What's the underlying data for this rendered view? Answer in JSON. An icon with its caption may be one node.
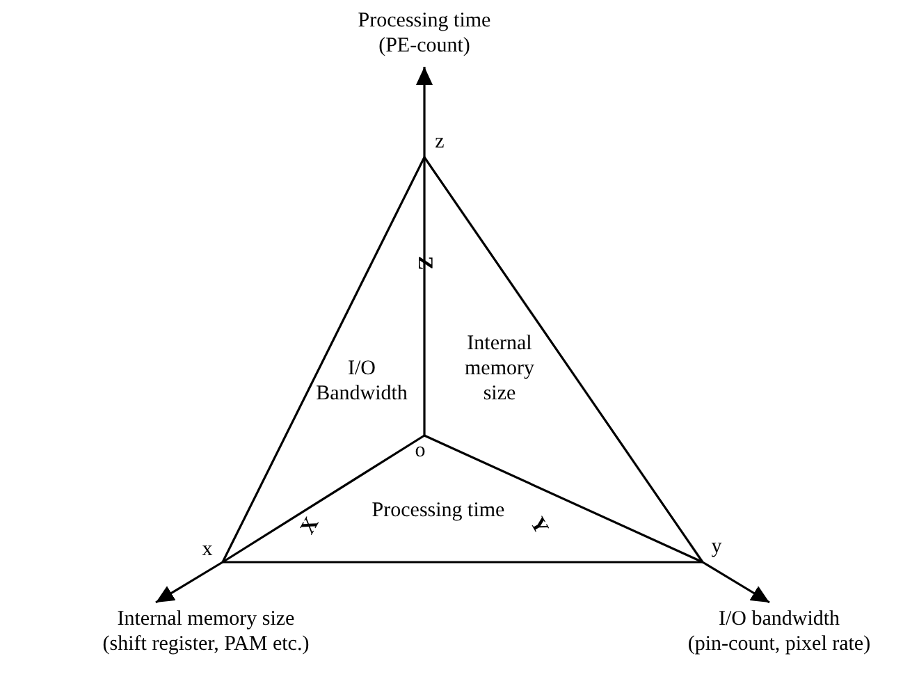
{
  "diagram": {
    "nodes": [
      {
        "text": [
          "z"
        ]
      },
      {
        "text": [
          "o"
        ]
      },
      {
        "text": [
          "x"
        ]
      },
      {
        "text": [
          "y"
        ]
      },
      {
        "text": [
          "Processing time",
          "(PE-count)"
        ]
      },
      {
        "text": [
          "Internal memory size",
          "(shift register, PAM etc.)"
        ]
      },
      {
        "text": [
          "I/O bandwidth",
          "(pin-count, pixel rate)"
        ]
      }
    ],
    "edges": [
      {
        "from": 1,
        "to": 0,
        "arrow": "none"
      },
      {
        "from": 0,
        "to": 4,
        "arrow": "to"
      },
      {
        "from": 1,
        "to": 2,
        "arrow": "none"
      },
      {
        "from": 2,
        "to": 5,
        "arrow": "to"
      },
      {
        "from": 1,
        "to": 3,
        "arrow": "none"
      },
      {
        "from": 3,
        "to": 6,
        "arrow": "to"
      },
      {
        "from": 0,
        "to": 2,
        "arrow": "none"
      },
      {
        "from": 0,
        "to": 3,
        "arrow": "none"
      },
      {
        "from": 2,
        "to": 3,
        "arrow": "none"
      }
    ],
    "labels": [
      "Z",
      "I/O Bandwidth",
      "Internal memory size",
      "X",
      "Y",
      "Processing time"
    ]
  }
}
